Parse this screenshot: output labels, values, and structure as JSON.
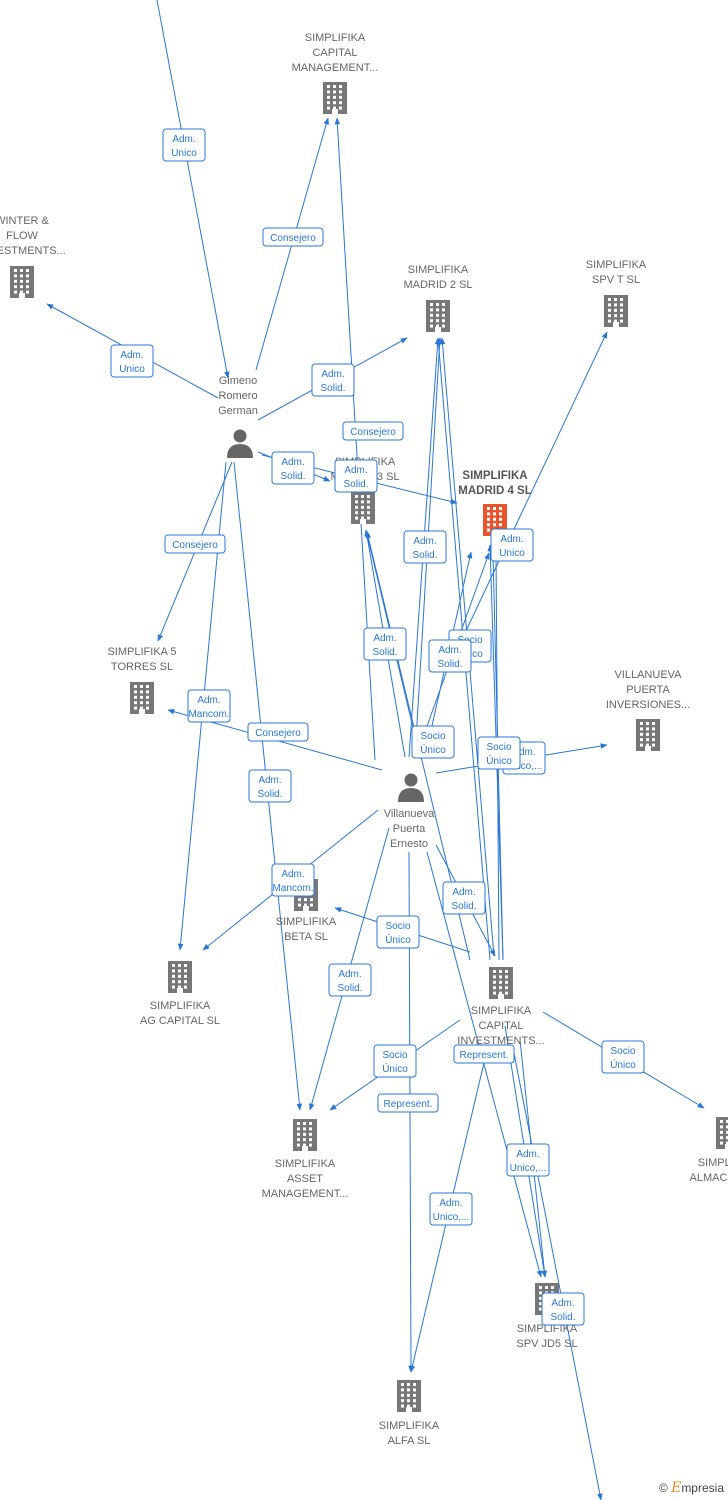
{
  "colors": {
    "edge": "#2a77d4",
    "building": "#777777",
    "focus": "#e8542c",
    "person": "#666666",
    "label": "#666666"
  },
  "nodes": [
    {
      "id": "capmgmt",
      "type": "company",
      "lines": [
        "SIMPLIFIKA",
        "CAPITAL",
        "MANAGEMENT..."
      ]
    },
    {
      "id": "winter",
      "type": "company",
      "lines": [
        "WINTER &",
        "FLOW",
        "INVESTMENTS..."
      ]
    },
    {
      "id": "madrid2",
      "type": "company",
      "lines": [
        "SIMPLIFIKA",
        "MADRID 2  SL"
      ]
    },
    {
      "id": "spvt",
      "type": "company",
      "lines": [
        "SIMPLIFIKA",
        "SPV T  SL"
      ]
    },
    {
      "id": "gimeno",
      "type": "person",
      "lines": [
        "Gimeno",
        "Romero",
        "German"
      ]
    },
    {
      "id": "madrid3",
      "type": "company",
      "lines": [
        "SIMPLIFIKA",
        "MADRID 3  SL"
      ]
    },
    {
      "id": "madrid4",
      "type": "company",
      "focus": true,
      "lines": [
        "SIMPLIFIKA",
        "MADRID 4  SL"
      ]
    },
    {
      "id": "torres",
      "type": "company",
      "lines": [
        "SIMPLIFIKA 5",
        "TORRES  SL"
      ]
    },
    {
      "id": "villinv",
      "type": "company",
      "lines": [
        "VILLANUEVA",
        "PUERTA",
        "INVERSIONES..."
      ]
    },
    {
      "id": "villanueva",
      "type": "person",
      "lines": [
        "Villanueva",
        "Puerta",
        "Ernesto"
      ]
    },
    {
      "id": "beta",
      "type": "company",
      "lines": [
        "SIMPLIFIKA",
        "BETA  SL"
      ]
    },
    {
      "id": "agcap",
      "type": "company",
      "lines": [
        "SIMPLIFIKA",
        "AG CAPITAL  SL"
      ]
    },
    {
      "id": "capinv",
      "type": "company",
      "lines": [
        "SIMPLIFIKA",
        "CAPITAL",
        "INVESTMENTS..."
      ]
    },
    {
      "id": "almacen",
      "type": "company",
      "lines": [
        "SIMPLIFIKA",
        "ALMACENES..."
      ]
    },
    {
      "id": "assetmgmt",
      "type": "company",
      "lines": [
        "SIMPLIFIKA",
        "ASSET",
        "MANAGEMENT..."
      ]
    },
    {
      "id": "spvjd5",
      "type": "company",
      "lines": [
        "SIMPLIFIKA",
        "SPV JD5  SL"
      ]
    },
    {
      "id": "alfa",
      "type": "company",
      "lines": [
        "SIMPLIFIKA",
        "ALFA  SL"
      ]
    }
  ],
  "edges": [
    {
      "lines": [
        "Adm.",
        "Unico"
      ]
    },
    {
      "lines": [
        "Consejero"
      ]
    },
    {
      "lines": [
        "Adm.",
        "Unico"
      ]
    },
    {
      "lines": [
        "Adm.",
        "Solid."
      ]
    },
    {
      "lines": [
        "Consejero"
      ]
    },
    {
      "lines": [
        "Adm.",
        "Solid."
      ]
    },
    {
      "lines": [
        "Adm.",
        "Solid."
      ]
    },
    {
      "lines": [
        "Consejero"
      ]
    },
    {
      "lines": [
        "Adm.",
        "Mancom."
      ]
    },
    {
      "lines": [
        "Consejero"
      ]
    },
    {
      "lines": [
        "Adm.",
        "Solid."
      ]
    },
    {
      "lines": [
        "Adm.",
        "Mancom."
      ]
    },
    {
      "lines": [
        "Adm.",
        "Solid."
      ]
    },
    {
      "lines": [
        "Adm.",
        "Unico"
      ]
    },
    {
      "lines": [
        "Adm.",
        "Solid."
      ]
    },
    {
      "lines": [
        "Socio",
        "Único"
      ]
    },
    {
      "lines": [
        "Adm.",
        "Solid."
      ]
    },
    {
      "lines": [
        "Socio",
        "Único"
      ]
    },
    {
      "lines": [
        "Adm.",
        "Unico,..."
      ]
    },
    {
      "lines": [
        "Socio",
        "Único"
      ]
    },
    {
      "lines": [
        "Socio",
        "Único"
      ]
    },
    {
      "lines": [
        "Adm.",
        "Solid."
      ]
    },
    {
      "lines": [
        "Adm.",
        "Solid."
      ]
    },
    {
      "lines": [
        "Socio",
        "Único"
      ]
    },
    {
      "lines": [
        "Represent."
      ]
    },
    {
      "lines": [
        "Represent."
      ]
    },
    {
      "lines": [
        "Socio",
        "Único"
      ]
    },
    {
      "lines": [
        "Adm.",
        "Unico,..."
      ]
    },
    {
      "lines": [
        "Adm.",
        "Unico,..."
      ]
    },
    {
      "lines": [
        "Adm.",
        "Solid."
      ]
    }
  ],
  "brand": {
    "copyright": "©",
    "initial": "E",
    "rest": "mpresia"
  }
}
